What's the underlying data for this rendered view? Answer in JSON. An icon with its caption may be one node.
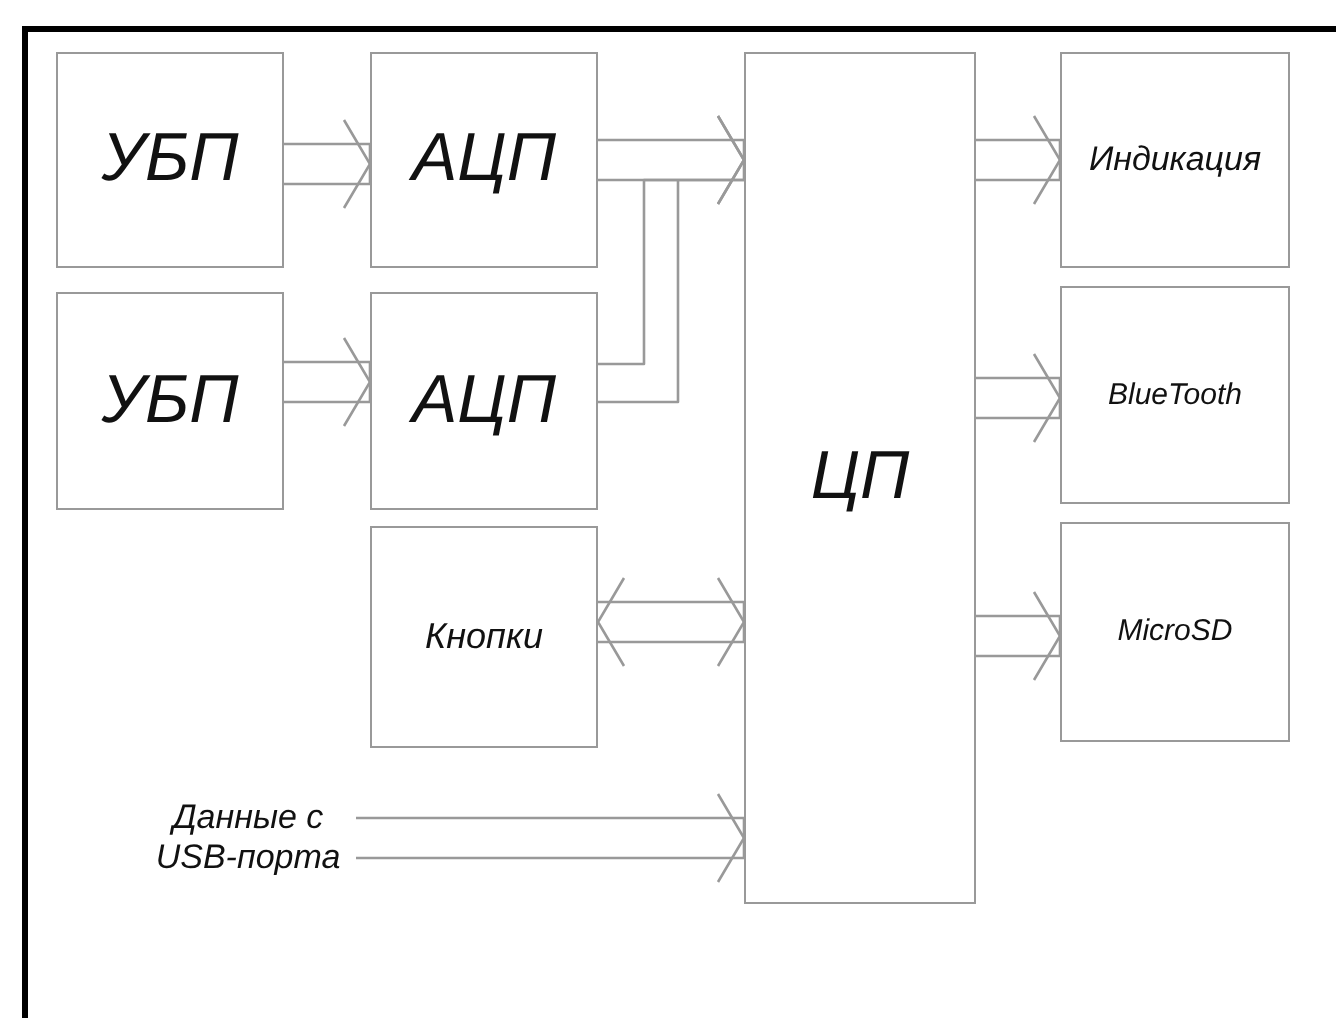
{
  "diagram": {
    "nodes": [
      {
        "text": [
          "УБП"
        ]
      },
      {
        "text": [
          "УБП"
        ]
      },
      {
        "text": [
          "АЦП"
        ]
      },
      {
        "text": [
          "АЦП"
        ]
      },
      {
        "text": [
          "ЦП"
        ]
      },
      {
        "text": [
          "Индикация"
        ]
      },
      {
        "text": [
          "BlueTooth"
        ]
      },
      {
        "text": [
          "MicroSD"
        ]
      },
      {
        "text": [
          "Кнопки"
        ]
      },
      {
        "text": [
          "Данные с USB-порта"
        ]
      }
    ],
    "edges": [
      {
        "from": 0,
        "to": 2,
        "arrow": "to"
      },
      {
        "from": 1,
        "to": 3,
        "arrow": "to"
      },
      {
        "from": 2,
        "to": 4,
        "arrow": "to"
      },
      {
        "from": 3,
        "to": 4,
        "arrow": "to"
      },
      {
        "from": 4,
        "to": 5,
        "arrow": "to"
      },
      {
        "from": 4,
        "to": 6,
        "arrow": "to"
      },
      {
        "from": 4,
        "to": 7,
        "arrow": "to"
      },
      {
        "from": 8,
        "to": 4,
        "arrow": "both"
      },
      {
        "from": 9,
        "to": 4,
        "arrow": "to"
      }
    ]
  }
}
